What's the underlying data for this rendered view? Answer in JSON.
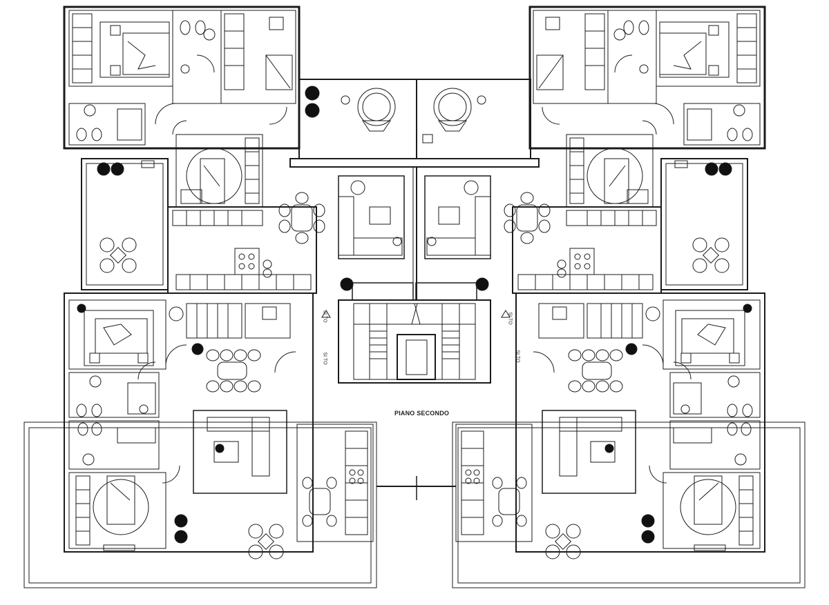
{
  "plan": {
    "floor_label": "PIANO SECONDO",
    "stair_labels": [
      "SI TO",
      "SI TO",
      "SI TO",
      "SI TO"
    ]
  },
  "colors": {
    "line": "#1a1a1a",
    "fill": "#ffffff",
    "dark_plant": "#111111"
  }
}
